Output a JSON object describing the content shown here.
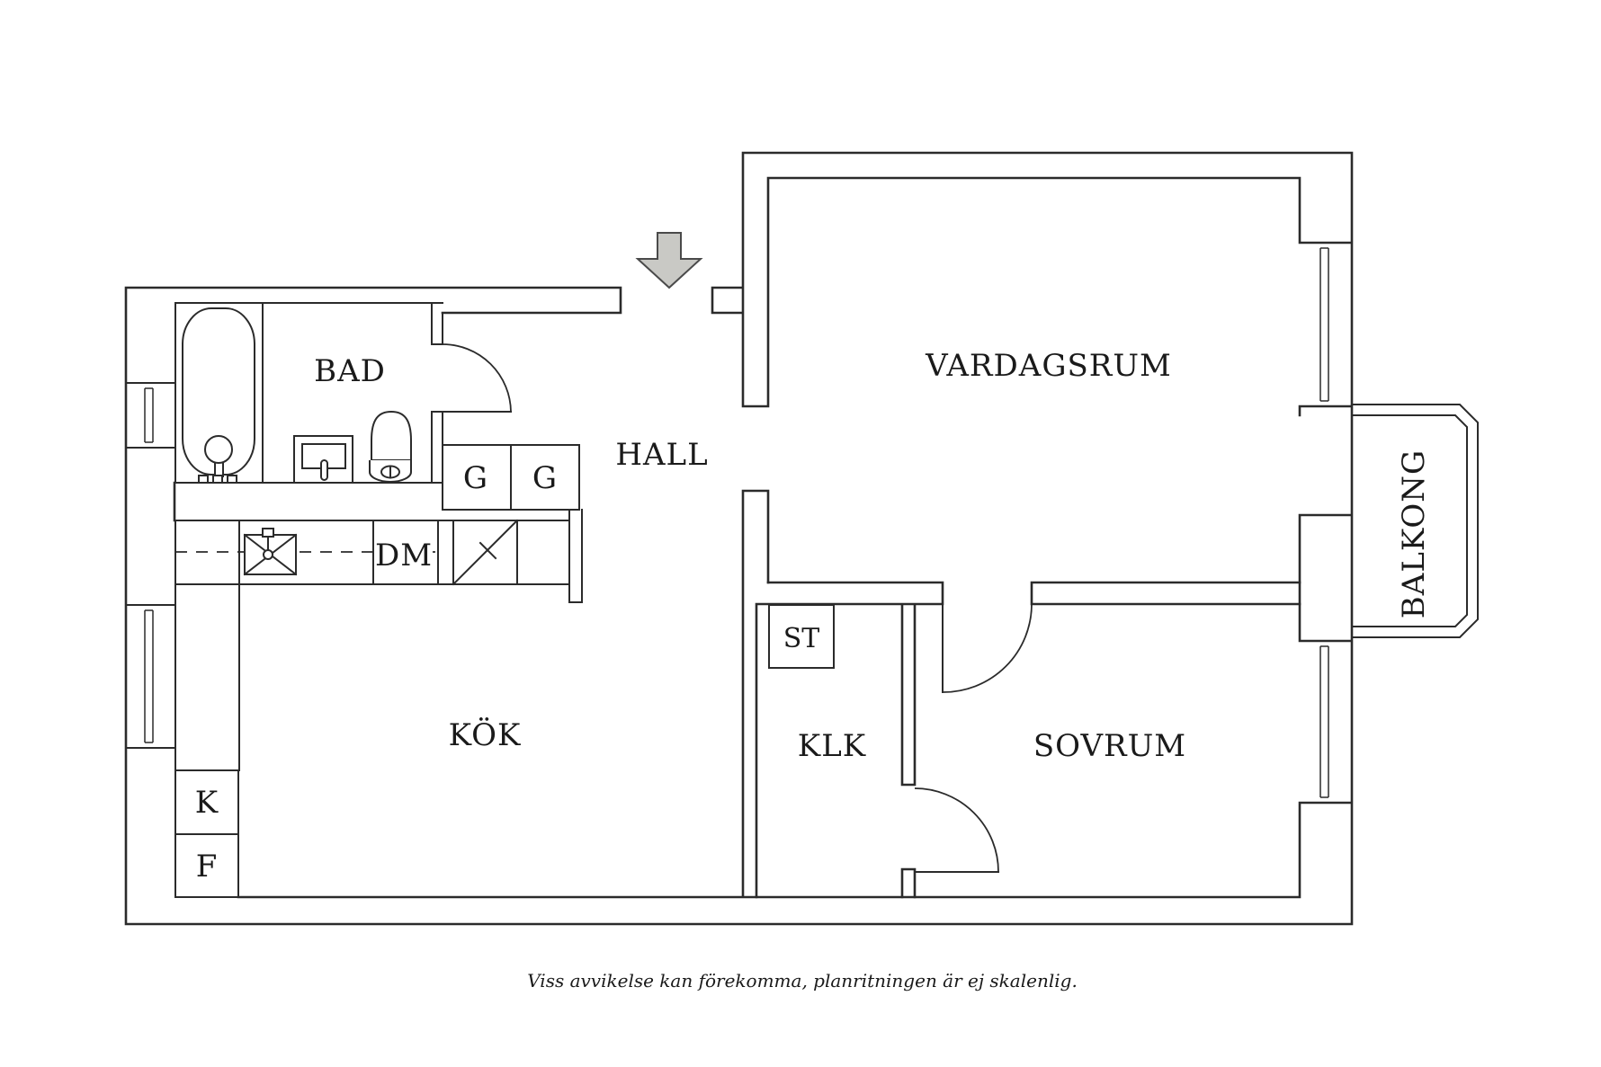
{
  "plan": {
    "rooms": {
      "bad": "BAD",
      "hall": "HALL",
      "vardagsrum": "VARDAGSRUM",
      "balkong": "BALKONG",
      "kok": "KÖK",
      "klk": "KLK",
      "st": "ST",
      "sovrum": "SOVRUM"
    },
    "fixtures": {
      "wardrobe_1": "G",
      "wardrobe_2": "G",
      "dishwasher": "DM",
      "fridge": "K",
      "freezer": "F"
    },
    "icons": [
      "entrance-arrow-icon",
      "bathtub-icon",
      "washbasin-icon",
      "toilet-icon",
      "sink-icon",
      "stove-icon",
      "window-icon",
      "door-swing-icon"
    ],
    "caption": "Viss avvikelse kan förekomma, planritningen är ej skalenlig.",
    "colors": {
      "line": "#2b2b2b",
      "arrow_fill": "#c9c9c5",
      "arrow_stroke": "#4a4a4a",
      "background": "#ffffff",
      "text": "#1a1a1a"
    }
  }
}
